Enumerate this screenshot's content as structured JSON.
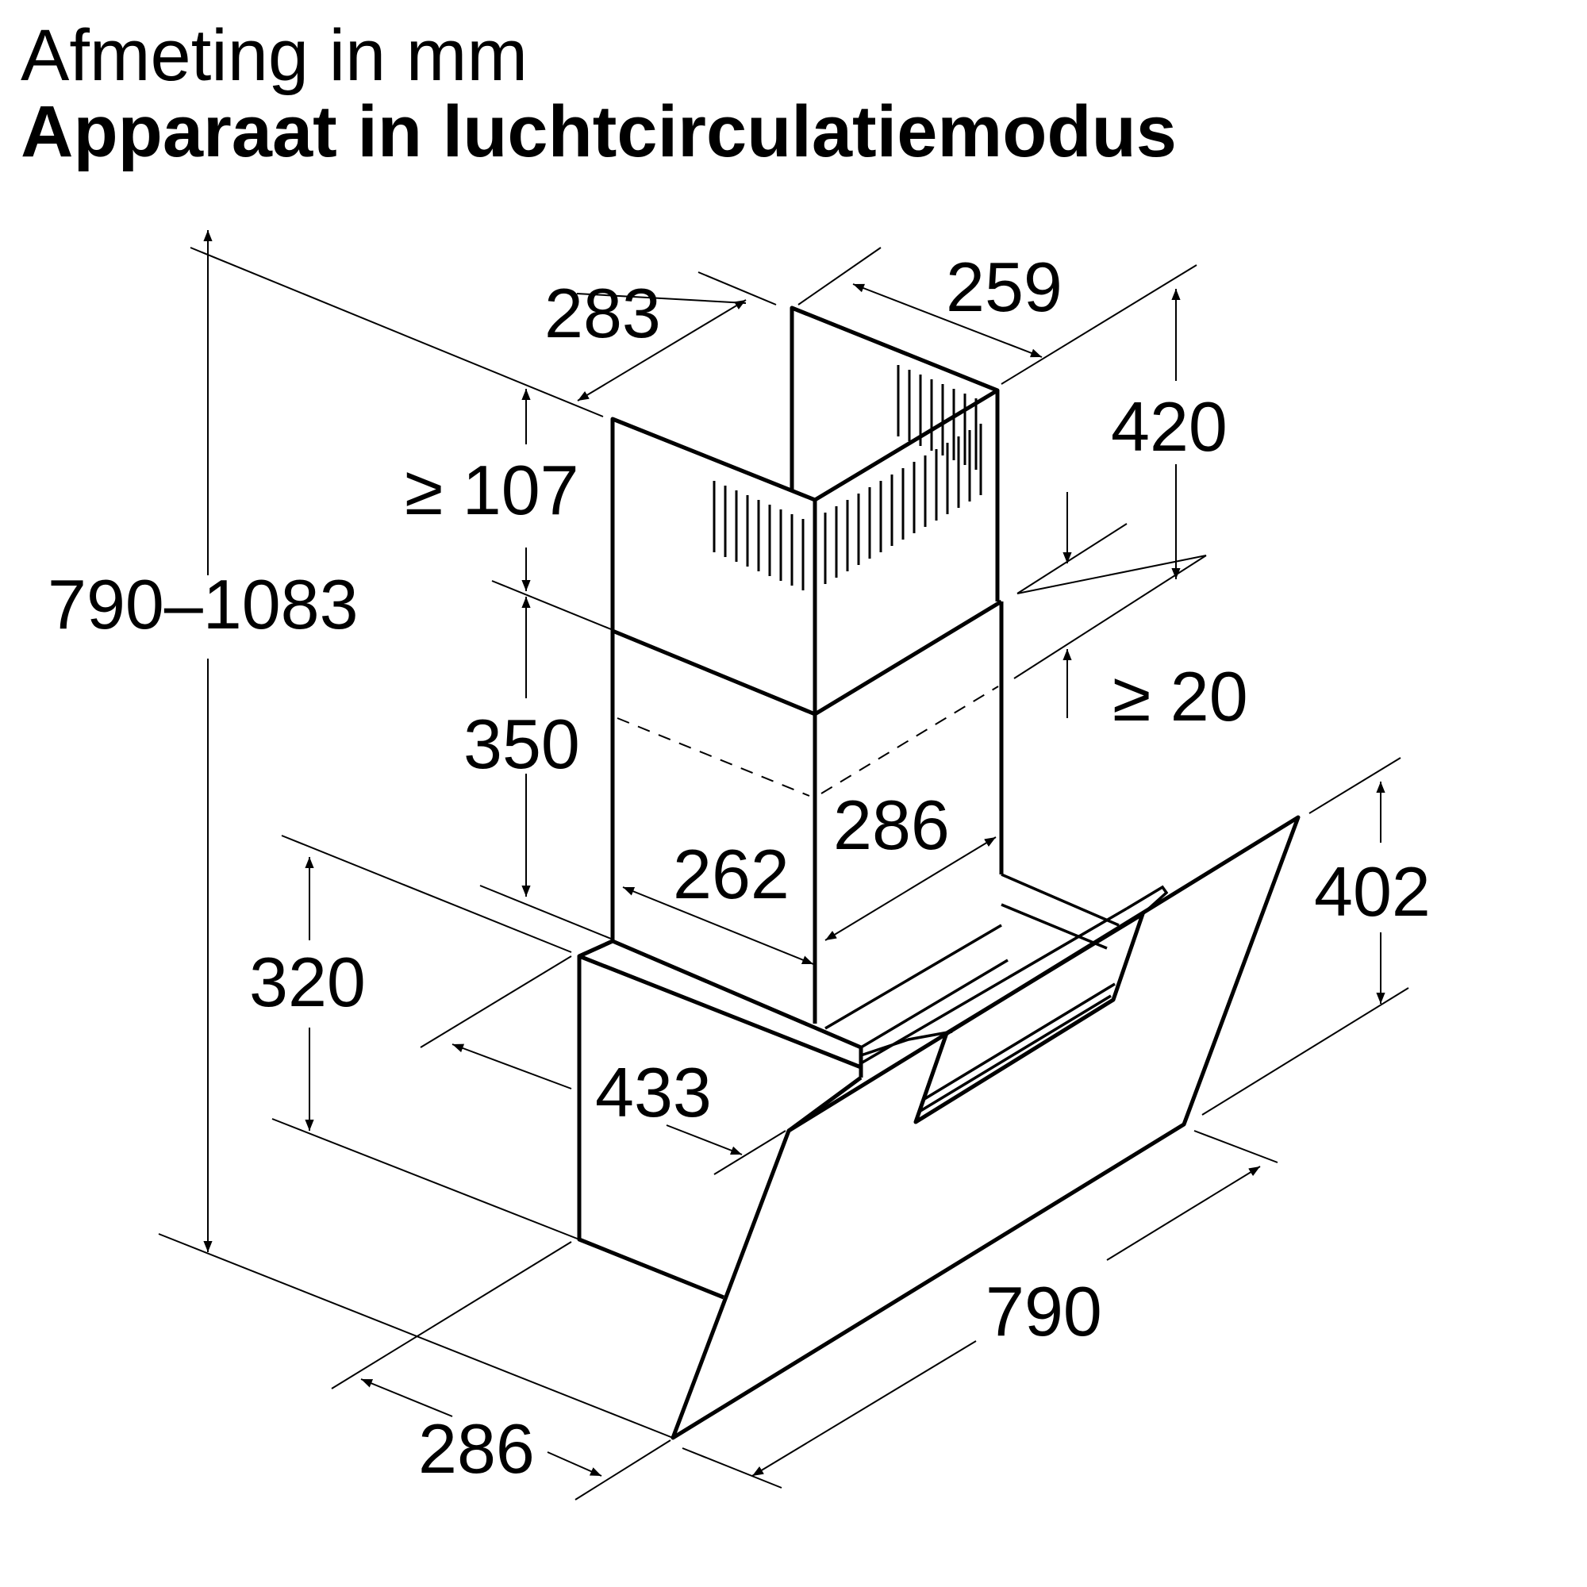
{
  "header": {
    "subtitle": "Afmeting in mm",
    "title": "Apparaat in luchtcirculatiemodus"
  },
  "dimensions": {
    "total_height": "790–1083",
    "chimney_width": "283",
    "chimney_depth": "259",
    "upper_chimney_height": "420",
    "min_top_gap": "≥ 107",
    "lower_chimney_height": "350",
    "min_overlap": "≥ 20",
    "lower_chimney_depth": "286",
    "lower_chimney_width": "262",
    "body_height": "320",
    "canopy_height": "402",
    "body_depth": "433",
    "base_depth": "286",
    "hood_width": "790"
  }
}
